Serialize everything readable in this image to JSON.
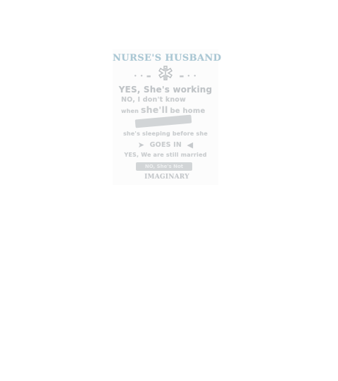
{
  "design": {
    "title": "NURSE'S HUSBAND",
    "emblem_left": "• • ▬",
    "emblem_right": "▬ • •",
    "line1": "YES, She's working",
    "line2": "NO, I don't know",
    "line3_when": "when",
    "line3_shell": "she'll",
    "line3_end": "be home",
    "banner1": "",
    "line4": "she's sleeping before she",
    "arrow_left": "➤",
    "line5": "GOES IN",
    "arrow_right": "◀",
    "line6": "YES, We are still married",
    "banner2": "NO, She's Not",
    "line7": "IMAGINARY"
  },
  "colors": {
    "title": "#a9c7d4",
    "text": "#c9ccce",
    "banner": "#d2d5d7"
  },
  "icons": [
    "star-of-life-emblem-icon",
    "arrow-right-icon",
    "arrow-left-icon"
  ]
}
